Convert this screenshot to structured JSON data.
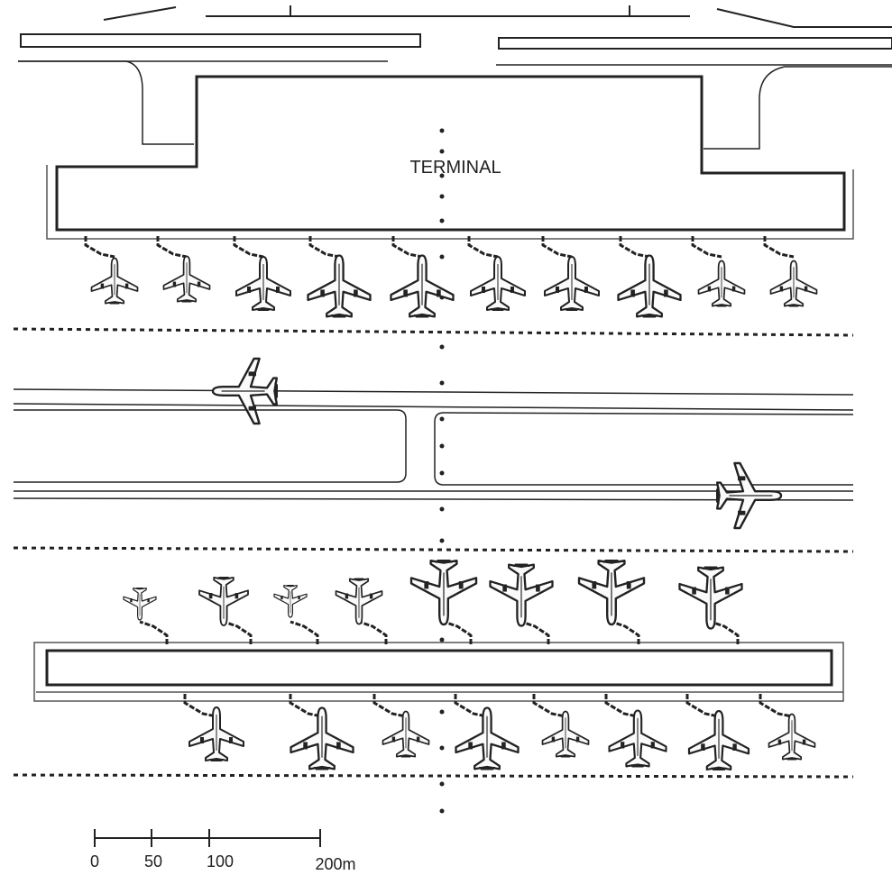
{
  "terminal_label": "TERMINAL",
  "scale_bar": {
    "ticks": [
      "0",
      "50",
      "100",
      "200m"
    ]
  },
  "colors": {
    "ink": "#222222",
    "background": "#ffffff"
  },
  "icons": {
    "aircraft": "airplane-icon",
    "jet_bridge": "jet-bridge-icon"
  }
}
